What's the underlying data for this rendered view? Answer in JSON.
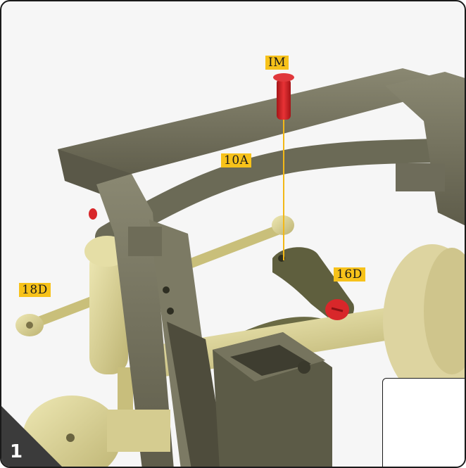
{
  "labels": {
    "im": "IM",
    "a10": "10A",
    "d16": "16D",
    "d18": "18D"
  },
  "step": {
    "number": "1"
  },
  "colors": {
    "frame_gray": "#6e6c5a",
    "arm_khaki": "#d8cf8e",
    "bracket_olive": "#5a5a3c",
    "screw_red": "#d8272a",
    "label_yellow": "#f7c21a",
    "guide_line": "#f2b818"
  }
}
